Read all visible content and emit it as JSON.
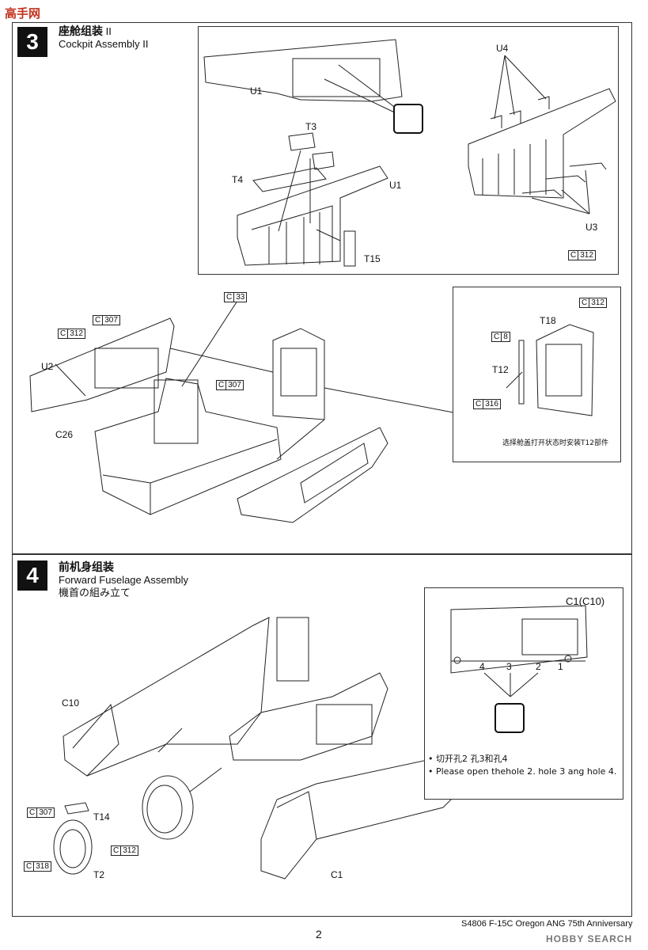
{
  "watermark": {
    "logo_text": "高手网",
    "bottom_brand": "HOBBY SEARCH"
  },
  "step3": {
    "number": "3",
    "title_cn": "座舱组装",
    "title_roman": "II",
    "title_en": "Cockpit Assembly II",
    "labels": {
      "u1_top": "U1",
      "t3": "T3",
      "t4": "T4",
      "u1_mid": "U1",
      "t15": "T15",
      "u4": "U4",
      "u3": "U3",
      "u2": "U2",
      "c26": "C26",
      "t18": "T18",
      "t12": "T12"
    },
    "refs": {
      "c312_top": {
        "letter": "C",
        "num": "312"
      },
      "c33": {
        "letter": "C",
        "num": "33"
      },
      "c307_a": {
        "letter": "C",
        "num": "307"
      },
      "c312_left": {
        "letter": "C",
        "num": "312"
      },
      "c307_b": {
        "letter": "C",
        "num": "307"
      },
      "c312_inset": {
        "letter": "C",
        "num": "312"
      },
      "c8": {
        "letter": "C",
        "num": "8"
      },
      "c316": {
        "letter": "C",
        "num": "316"
      }
    },
    "inset_note": "选择舱盖打开状态时安装T12部件"
  },
  "step4": {
    "number": "4",
    "title_cn": "前机身组装",
    "title_en": "Forward Fuselage Assembly",
    "title_jp": "機首の組み立て",
    "labels": {
      "c10": "C10",
      "t14": "T14",
      "t2": "T2",
      "c1": "C1"
    },
    "refs": {
      "c307": {
        "letter": "C",
        "num": "307"
      },
      "c312": {
        "letter": "C",
        "num": "312"
      },
      "c318": {
        "letter": "C",
        "num": "318"
      }
    },
    "inset": {
      "title": "C1(C10)",
      "holes": [
        "4",
        "3",
        "2",
        "1"
      ],
      "bullet_cn": "• 切开孔2 孔3和孔4",
      "bullet_en": "• Please open thehole 2. hole 3 ang hole 4."
    }
  },
  "footer": {
    "product": "S4806 F-15C Oregon ANG 75th Anniversary",
    "page": "2"
  }
}
